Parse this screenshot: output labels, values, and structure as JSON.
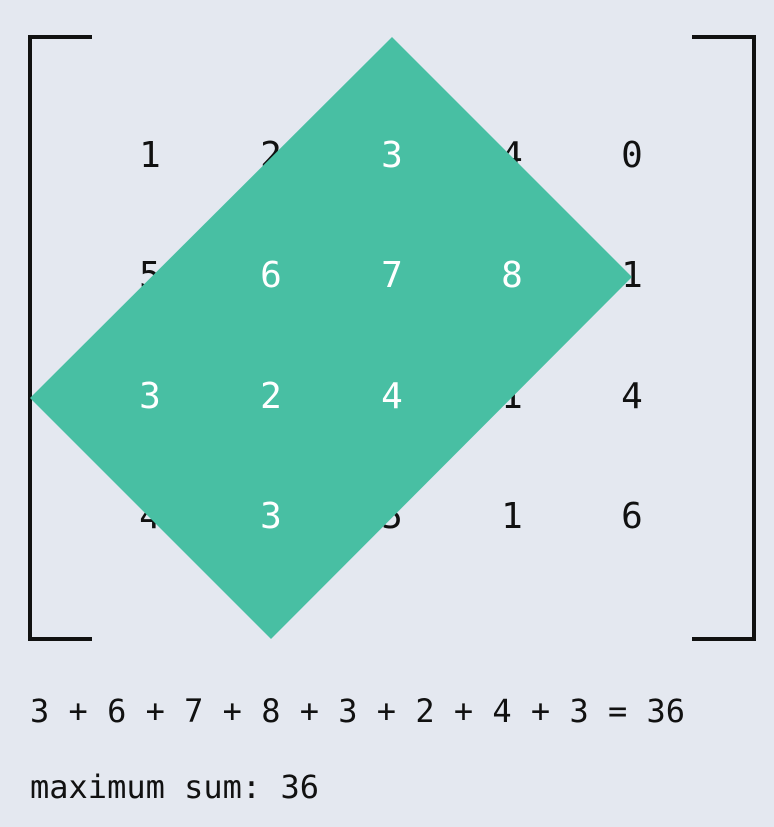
{
  "matrix": [
    [
      1,
      2,
      3,
      4,
      0
    ],
    [
      5,
      6,
      7,
      8,
      1
    ],
    [
      3,
      2,
      4,
      1,
      4
    ],
    [
      4,
      3,
      5,
      1,
      6
    ]
  ],
  "highlight": {
    "cells": [
      [
        0,
        2
      ],
      [
        1,
        1
      ],
      [
        1,
        2
      ],
      [
        1,
        3
      ],
      [
        2,
        0
      ],
      [
        2,
        1
      ],
      [
        2,
        2
      ],
      [
        3,
        1
      ]
    ],
    "color": "#48bfa3"
  },
  "equation": "3 + 6 + 7 + 8 + 3 + 2 + 4 + 3 = 36",
  "result": {
    "label": "maximum sum:",
    "value": "36"
  }
}
